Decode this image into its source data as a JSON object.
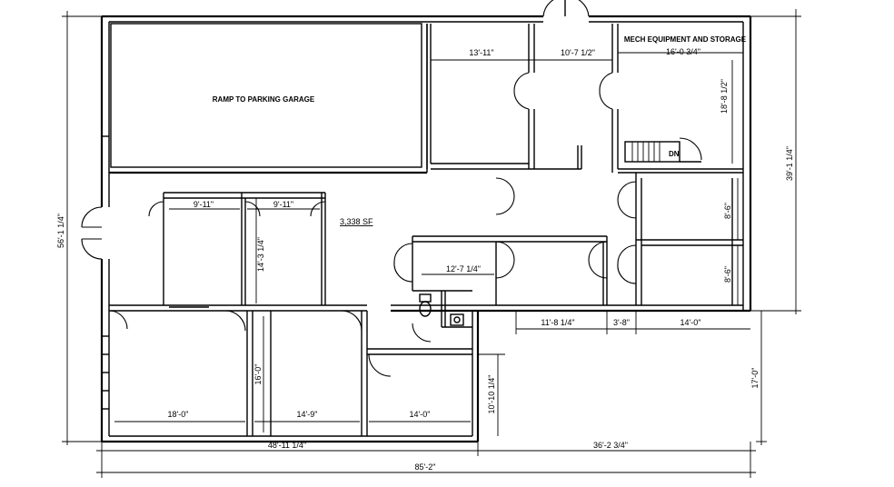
{
  "rooms": {
    "ramp": "RAMP TO PARKING GARAGE",
    "mech": "MECH EQUIPMENT AND STORAGE",
    "area": "3,338 SF",
    "stair": "DN"
  },
  "dims": {
    "d_13_11": "13'-11\"",
    "d_10_7": "10'-7 1/2\"",
    "d_16_0": "16'-0 3/4\"",
    "d_18_8": "18'-8 1/2\"",
    "d_39_1": "39'-1 1/4\"",
    "d_56_1": "56'-1 1/4\"",
    "d_9_11a": "9'-11\"",
    "d_9_11b": "9'-11\"",
    "d_14_3": "14'-3 1/4\"",
    "d_12_7": "12'-7 1/4\"",
    "d_8_6a": "8'-6\"",
    "d_8_6b": "8'-6\"",
    "d_11_8": "11'-8 1/4\"",
    "d_3_8": "3'-8\"",
    "d_14_0a": "14'-0\"",
    "d_17_0": "17'-0\"",
    "d_16_0b": "16'-0\"",
    "d_10_10": "10'-10 1/4\"",
    "d_18_0": "18'-0\"",
    "d_14_9": "14'-9\"",
    "d_14_0b": "14'-0\"",
    "d_48_11": "48'-11 1/4\"",
    "d_36_2": "36'-2 3/4\"",
    "d_85_2": "85'-2\""
  }
}
